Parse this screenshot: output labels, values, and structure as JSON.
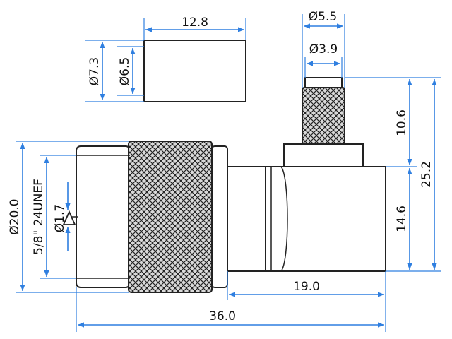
{
  "colors": {
    "dimension_line": "#2f7fe0",
    "outline": "#222222",
    "knurl_fill": "#d9d9d9",
    "background": "#ffffff"
  },
  "dimensions": {
    "ferrule_length": "12.8",
    "ferrule_od": "Ø7.3",
    "ferrule_id": "Ø6.5",
    "cable_entry_od": "Ø5.5",
    "cable_entry_id": "Ø3.9",
    "entry_height": "10.6",
    "overall_height": "25.2",
    "body_height": "14.6",
    "nut_diameter": "Ø20.0",
    "thread_spec": "5/8\" 24UNEF",
    "pin_diameter": "Ø1.7",
    "body_width": "19.0",
    "overall_length": "36.0"
  }
}
